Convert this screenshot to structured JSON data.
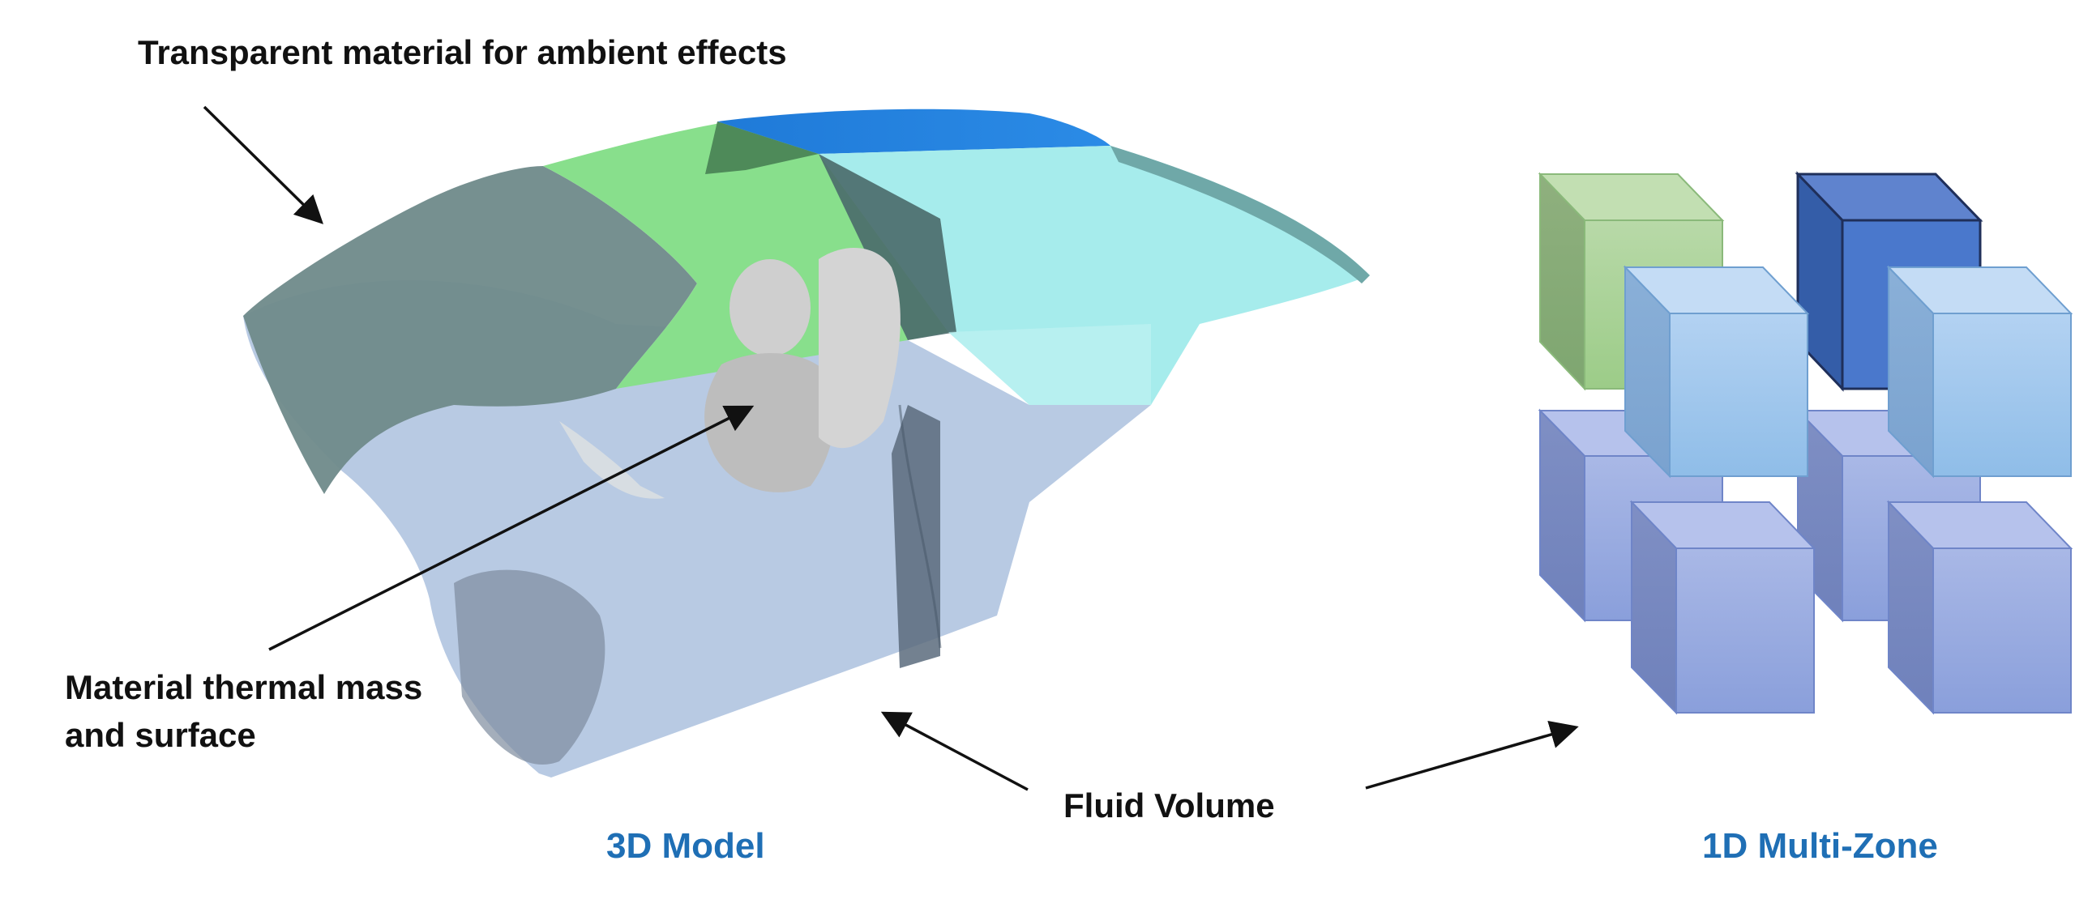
{
  "annotations": {
    "transparent_material": "Transparent material for ambient effects",
    "thermal_mass_line1": "Material thermal mass",
    "thermal_mass_line2": "and surface",
    "fluid_volume": "Fluid Volume"
  },
  "captions": {
    "model_3d": "3D Model",
    "multi_zone_1d": "1D Multi-Zone"
  },
  "colors": {
    "caption_blue": "#1f6fb5",
    "green_zone": "#9fd08e",
    "dark_blue_zone": "#3f6fc4",
    "light_blue_zone": "#9cc4ec",
    "periwinkle_zone": "#8fa4dc",
    "cabin_green": "#86e08a",
    "cabin_cyan": "#a4ecec",
    "cabin_grey": "#6e8a8a",
    "cabin_lower": "#b4c7e2"
  }
}
